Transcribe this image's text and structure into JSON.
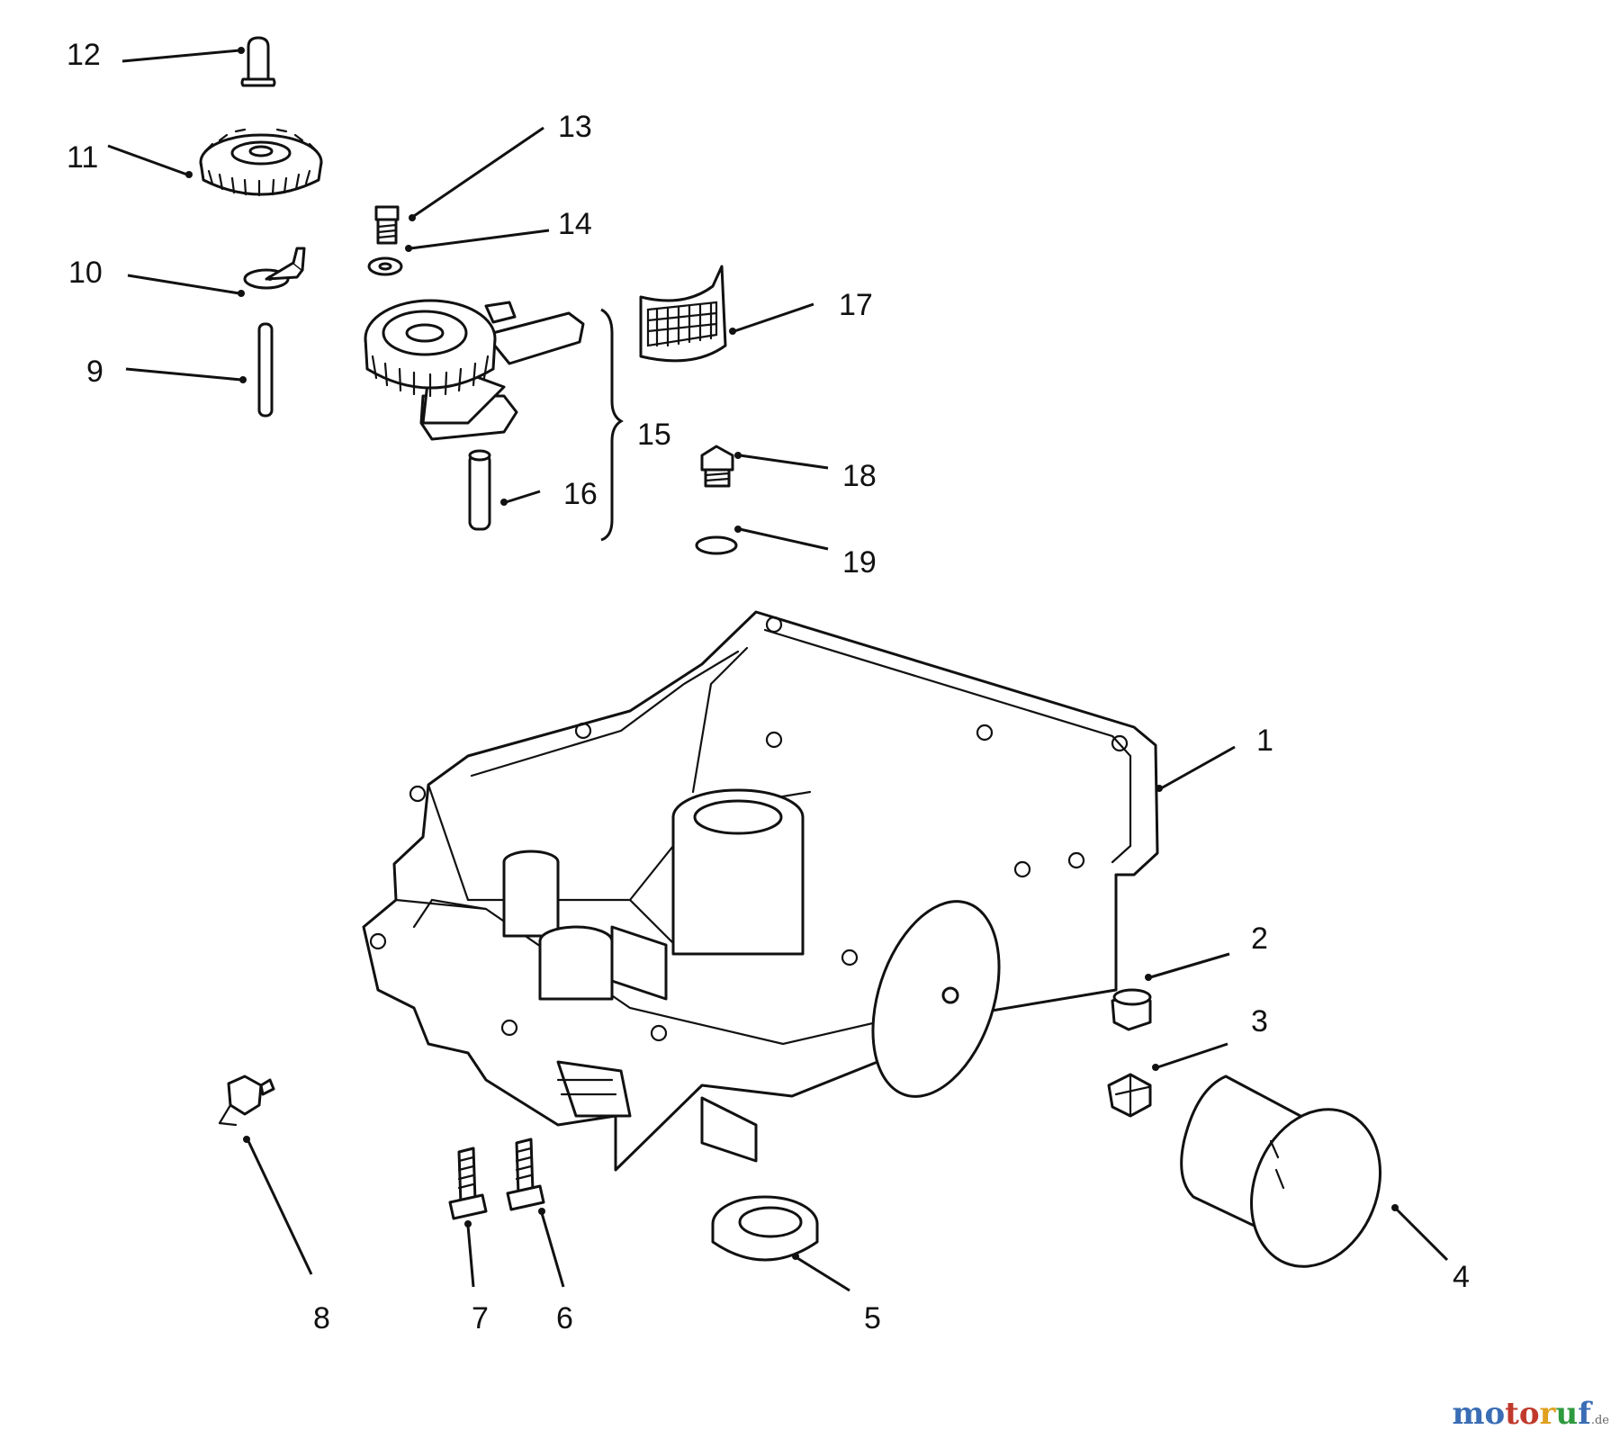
{
  "diagram": {
    "labels": [
      "1",
      "2",
      "3",
      "4",
      "5",
      "6",
      "7",
      "8",
      "9",
      "10",
      "11",
      "12",
      "13",
      "14",
      "15",
      "16",
      "17",
      "18",
      "19"
    ]
  },
  "watermark": {
    "text": "motoruf",
    "suffix": ".de",
    "letter_colors": [
      "#3a6db5",
      "#3a6db5",
      "#c0392b",
      "#c0392b",
      "#e0a020",
      "#2e9a3e",
      "#3a6db5"
    ]
  }
}
